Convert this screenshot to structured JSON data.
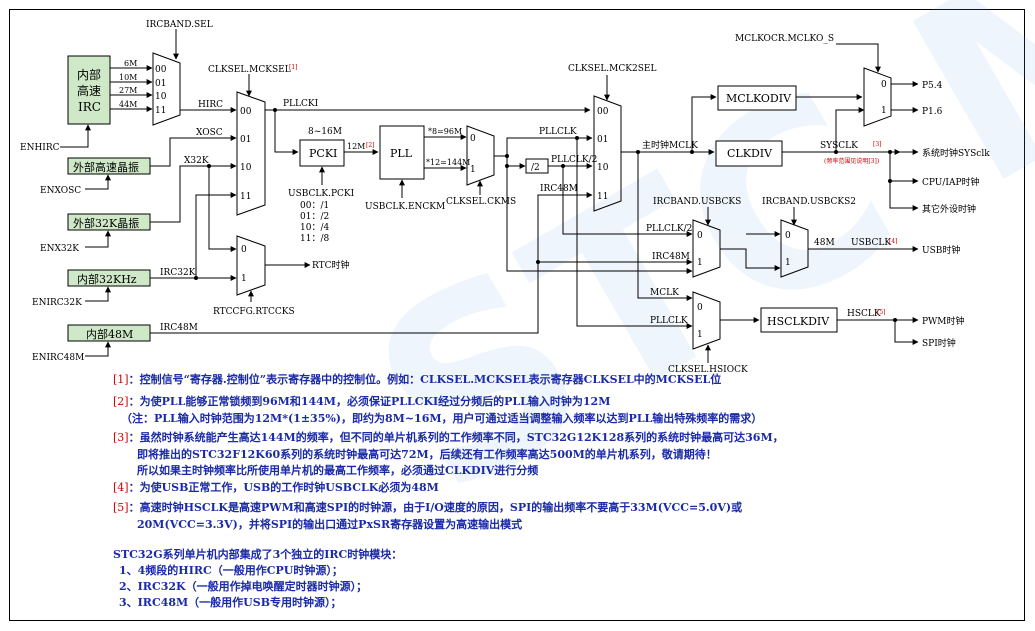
{
  "blocks": {
    "irc": [
      "内部",
      "高速",
      "IRC"
    ],
    "osc": "外部高速晶振",
    "x32k": "外部32K晶振",
    "irc32k": "内部32KHz",
    "irc48m": "内部48M",
    "pcki": "PCKI",
    "pll": "PLL",
    "clkdiv": "CLKDIV",
    "mclkodiv": "MCLKODIV",
    "hsclkdiv": "HSCLKDIV"
  },
  "labels": {
    "ircband_sel": "IRCBAND.SEL",
    "m6": "6M",
    "m10": "10M",
    "m27": "27M",
    "m44": "44M",
    "s00": "00",
    "s01": "01",
    "s10": "10",
    "s11": "11",
    "hirc": "HIRC",
    "xosc": "XOSC",
    "x32k": "X32K",
    "irc32k": "IRC32K",
    "irc48m": "IRC48M",
    "irc48m_b": "IRC48M",
    "enhirc": "ENHIRC",
    "enxosc": "ENXOSC",
    "enx32k": "ENX32K",
    "enirc32k": "ENIRC32K",
    "enirc48m": "ENIRC48M",
    "clksel_mcksel": "CLKSEL.MCKSEL",
    "pllcki": "PLLCKI",
    "range": "8~16M",
    "m12": "12M",
    "usbclk_pcki": "USBCLK.PCKI",
    "pcki_div": [
      "00：/1",
      "01：/2",
      "10：/4",
      "11：/8"
    ],
    "usbclk_enckm": "USBCLK.ENCKM",
    "x96": "*8=96M",
    "x144": "*12=144M",
    "m0": "0",
    "m1": "1",
    "clksel_ckms": "CLKSEL.CKMS",
    "clksel_mck2sel": "CLKSEL.MCK2SEL",
    "pllclk": "PLLCLK",
    "pllclk2": "PLLCLK/2",
    "div2": "/2",
    "main_clk": "主时钟MCLK",
    "sysclk": "SYSCLK",
    "sysclk_note": "(频率范围见说明[3])",
    "mclkocr": "MCLKOCR.MCLKO_S",
    "p54": "P5.4",
    "p16": "P1.6",
    "sys_out": "系统时钟SYSclk",
    "cpu_out": "CPU/IAP时钟",
    "other_out": "其它外设时钟",
    "ircband_usbcks": "IRCBAND.USBCKS",
    "ircband_usbcks2": "IRCBAND.USBCKS2",
    "pllclk2_b": "PLLCLK/2",
    "m48": "48M",
    "usbclk": "USBCLK",
    "usb_out": "USB时钟",
    "rtc_out": "RTC时钟",
    "rtccfg": "RTCCFG.RTCCKS",
    "mclk": "MCLK",
    "pllclk_b": "PLLCLK",
    "clksel_hsiock": "CLKSEL.HSIOCK",
    "hsclk": "HSCLK",
    "pwm_out": "PWM时钟",
    "spi_out": "SPI时钟",
    "ref1": "[1]",
    "ref2": "[2]",
    "ref3": "[3]",
    "ref4": "[4]",
    "ref5": "[5]"
  },
  "notes": {
    "n1": "控制信号“寄存器.控制位”表示寄存器中的控制位。例如：CLKSEL.MCKSEL表示寄存器CLKSEL中的MCKSEL位",
    "n2a": "为使PLL能够正常锁频到96M和144M，必须保证PLLCKI经过分频后的PLL输入时钟为12M",
    "n2b": "（注：PLL输入时钟范围为12M*(1±35%)，即约为8M~16M，用户可通过适当调整输入频率以达到PLL输出特殊频率的需求）",
    "n3a": "虽然时钟系统能产生高达144M的频率，但不同的单片机系列的工作频率不同，STC32G12K128系列的系统时钟最高可达36M，",
    "n3b": "即将推出的STC32F12K60系列的系统时钟最高可达72M，后续还有工作频率高达500M的单片机系列，敬请期待！",
    "n3c": "所以如果主时钟频率比所使用单片机的最高工作频率，必须通过CLKDIV进行分频",
    "n4": "为使USB正常工作，USB的工作时钟USBCLK必须为48M",
    "n5a": "高速时钟HSCLK是高速PWM和高速SPI的时钟源，由于I/O速度的原因，SPI的输出频率不要高于33M(VCC=5.0V)或",
    "n5b": "20M(VCC=3.3V)，并将SPI的输出口通过PxSR寄存器设置为高速输出模式",
    "s1": "STC32G系列单片机内部集成了3个独立的IRC时钟模块：",
    "s2": "1、4频段的HIRC（一般用作CPU时钟源）；",
    "s3": "2、IRC32K（一般用作掉电唤醒定时器时钟源）；",
    "s4": "3、IRC48M（一般用作USB专用时钟源）；",
    "tag1": "[1]",
    "tag2": "[2]",
    "tag3": "[3]",
    "tag4": "[4]",
    "tag5": "[5]"
  },
  "watermark": "STC MCU",
  "colors": {
    "block_fill": "#cfe8c8",
    "note_text": "#1a2aa8",
    "ref_text": "#d00000"
  }
}
